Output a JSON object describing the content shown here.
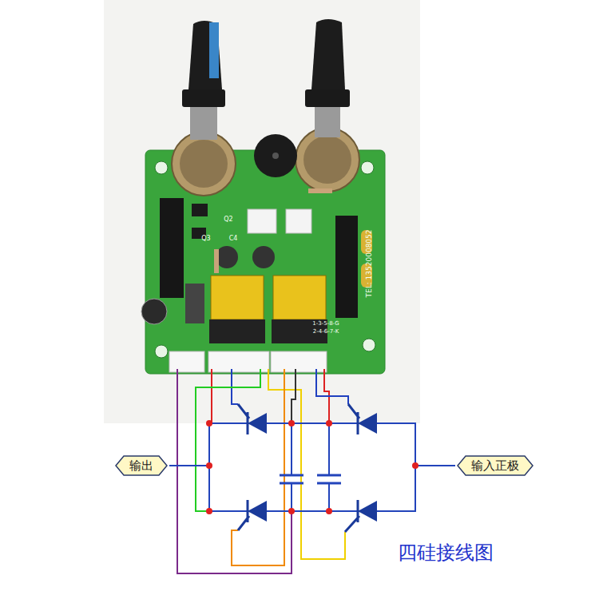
{
  "diagram": {
    "caption": "四硅接线图",
    "nodes": [
      {
        "text": [
          "输出"
        ]
      },
      {
        "text": [
          "输入正极"
        ]
      }
    ],
    "labels": [
      "TEL: 13520008052",
      "1-3-5-8-G",
      "2-4-6-7-K",
      "Q2",
      "Q3",
      "C4"
    ]
  }
}
